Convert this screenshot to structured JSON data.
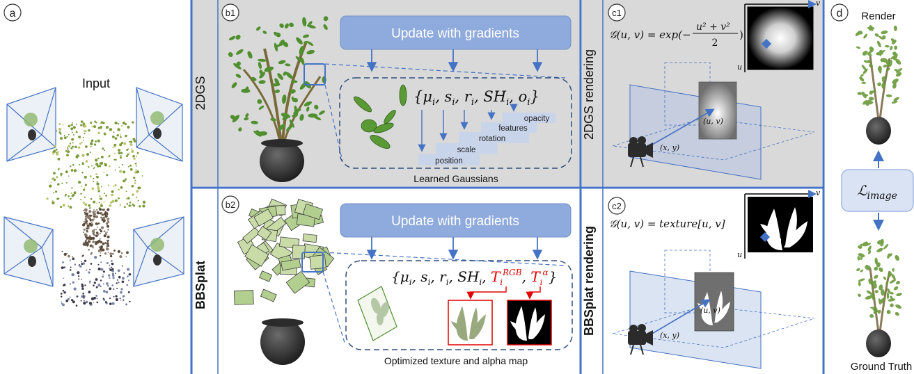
{
  "panel_labels": {
    "a": "a",
    "b1": "b1",
    "b2": "b2",
    "c1": "c1",
    "c2": "c2",
    "d": "d"
  },
  "panel_a": {
    "title": "Input"
  },
  "panel_b1": {
    "row_label": "2DGS",
    "update_box": "Update with gradients",
    "params_formula": "{μ_i, s_i, r_i, SH_i, o_i}",
    "param_labels": [
      "opacity",
      "features",
      "rotation",
      "scale",
      "position"
    ],
    "caption": "Learned Gaussians"
  },
  "panel_b2": {
    "row_label": "BBSplat",
    "update_box": "Update with gradients",
    "params_formula": "{μ_i, s_i, r_i, SH_i, T_i^RGB, T_i^α}",
    "caption": "Optimized texture and alpha map"
  },
  "panel_c1": {
    "title": "2DGS rendering",
    "formula": "G(u,v) = exp(−(u²+v²)/2)",
    "axis_u": "u",
    "axis_v": "v",
    "point_uv": "(u, v)",
    "point_xy": "(x, y)"
  },
  "panel_c2": {
    "title": "BBSplat  rendering",
    "formula": "G(u,v) = texture[u,v]",
    "axis_u": "u",
    "axis_v": "v",
    "point_uv": "(u, v)",
    "point_xy": "(x, y)"
  },
  "panel_d": {
    "top_label": "Render",
    "bottom_label": "Ground Truth",
    "loss": "L_image"
  },
  "colors": {
    "panel_gray": "#d9d9d9",
    "divider_blue": "#4472c4",
    "box_blue": "#8faadc",
    "loss_box": "#dae3f3",
    "accent_red": "#e00000",
    "leaf_green": "#4f8f2e"
  }
}
